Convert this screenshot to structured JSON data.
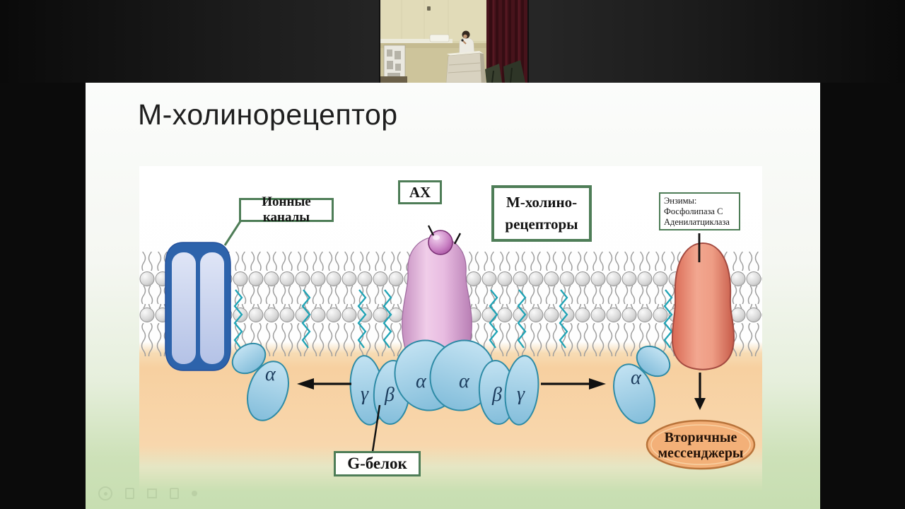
{
  "slide": {
    "title": "М-холинорецептор",
    "callouts": {
      "ion_channels": "Ионные каналы",
      "ach": "АХ",
      "m_receptors": [
        "М-холино-",
        "рецепторы"
      ],
      "enzymes": [
        "Энзимы:",
        "Фосфолипаза С",
        "Аденилатциклаза"
      ],
      "g_protein": "G-белок",
      "second_messengers": [
        "Вторичные",
        "мессенджеры"
      ]
    },
    "subunits": {
      "alpha": "α",
      "beta": "β",
      "gamma": "γ"
    },
    "colors": {
      "callout_border": "#4e7d57",
      "membrane_head_gray": "#c9c9c9",
      "intracellular_orange": "#f8d2a2",
      "slide_bottom_green": "#c7deb1",
      "ion_channel_blue": "#2d63ab",
      "receptor_pink": "#dda8d4",
      "ligand_purple": "#a5519d",
      "g_protein_blue": "#9fcfe6",
      "g_protein_outline": "#2e8ba6",
      "enzyme_red": "#e0745f",
      "messengers_fill": "#f3b078",
      "messengers_border": "#b8733a",
      "anchor_teal": "#1fa3b5"
    }
  }
}
